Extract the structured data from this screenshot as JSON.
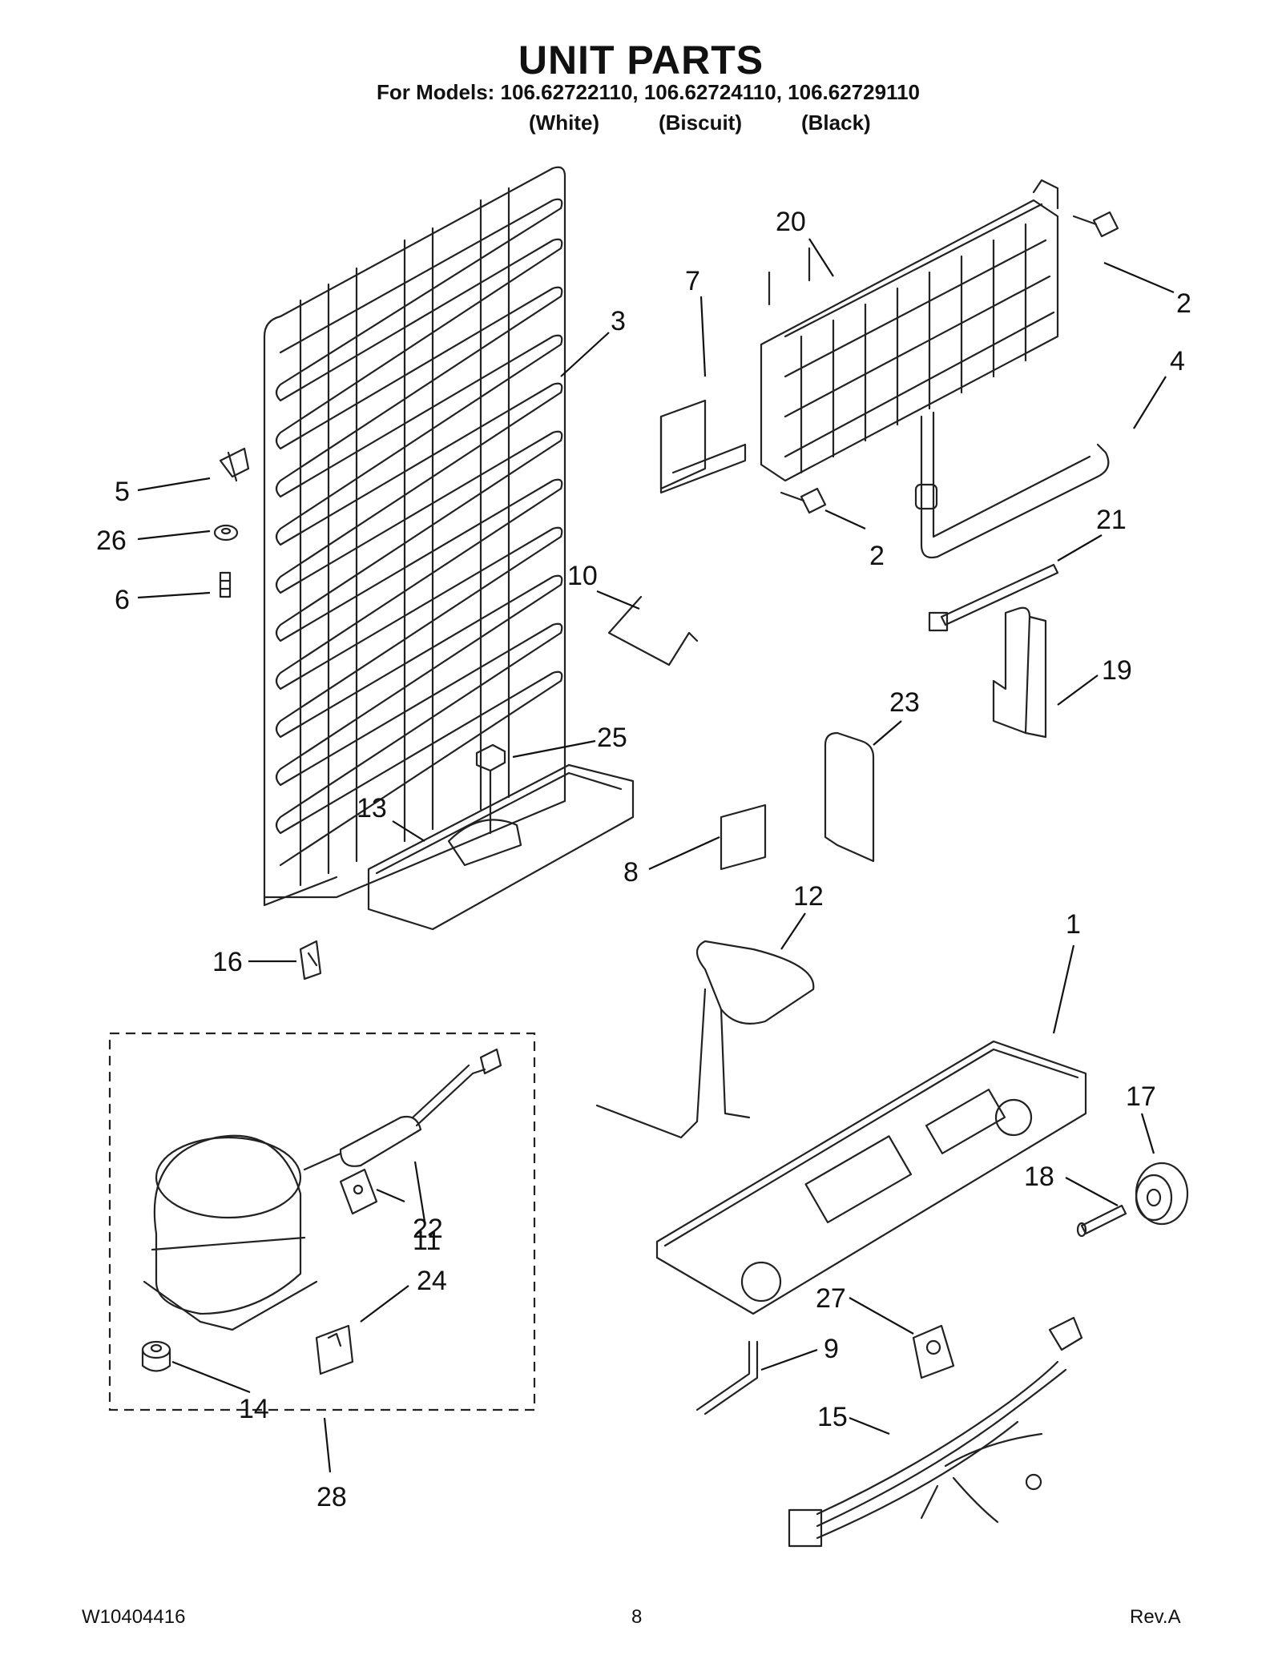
{
  "header": {
    "title": "UNIT PARTS",
    "models_line": "For Models: 106.62722110, 106.62724110, 106.62729110",
    "variants": [
      "(White)",
      "(Biscuit)",
      "(Black)"
    ]
  },
  "callouts": {
    "c1": "1",
    "c2a": "2",
    "c2b": "2",
    "c3": "3",
    "c4": "4",
    "c5": "5",
    "c6": "6",
    "c7": "7",
    "c8": "8",
    "c9": "9",
    "c10": "10",
    "c11": "11",
    "c12": "12",
    "c13": "13",
    "c14": "14",
    "c15": "15",
    "c16": "16",
    "c17": "17",
    "c18": "18",
    "c19": "19",
    "c20": "20",
    "c21": "21",
    "c22": "22",
    "c23": "23",
    "c24": "24",
    "c25": "25",
    "c26": "26",
    "c27": "27",
    "c28": "28"
  },
  "footer": {
    "doc_number": "W10404416",
    "page_number": "8",
    "revision": "Rev.A"
  }
}
